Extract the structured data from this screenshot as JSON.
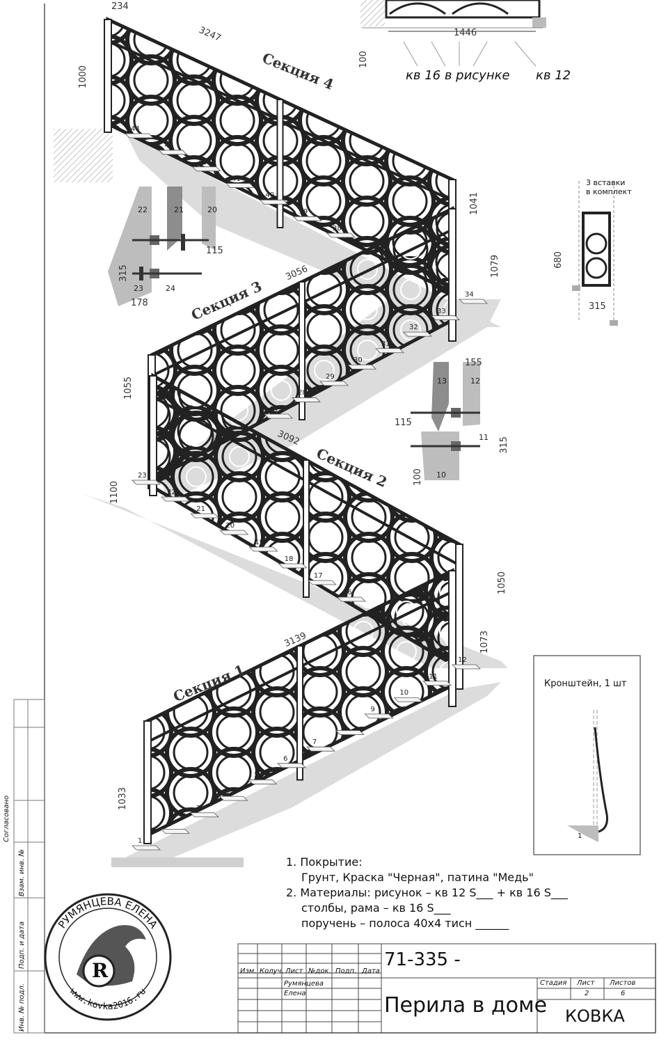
{
  "sections": [
    "Секция 4",
    "Секция 3",
    "Секция 2",
    "Секция 1"
  ],
  "dimensions": {
    "top_width": "234",
    "sec4_length": "3247",
    "sec4_height": "1000",
    "sec4_right_height": "1041",
    "sec3_length": "3056",
    "sec3_right_height": "1079",
    "sec3_left_height": "1055",
    "sec2_length": "3092",
    "sec2_left_height": "1100",
    "sec2_right_height": "1050",
    "sec1_length": "3139",
    "sec1_right_height": "1073",
    "sec1_left_height": "1033",
    "detail_top_width": "1446",
    "detail_top_height": "100",
    "detail_a_115": "115",
    "detail_a_315": "315",
    "detail_a_178": "178",
    "detail_b_155": "155",
    "detail_b_115": "115",
    "detail_b_315": "315",
    "detail_b_100": "100",
    "insert_height": "680",
    "insert_width": "315"
  },
  "top_detail_labels": {
    "pattern_bar": "кв 16 в рисунке",
    "bar": "кв 12"
  },
  "inserts_note": [
    "3 вставки",
    "в комплект"
  ],
  "bracket_title": "Кронштейн, 1 шт",
  "bracket_marker": "1",
  "detail_a_posts": [
    "22",
    "21",
    "20",
    "23",
    "24"
  ],
  "detail_b_posts": [
    "13",
    "12",
    "11",
    "10"
  ],
  "steps": [
    "1",
    "2",
    "3",
    "4",
    "5",
    "6",
    "7",
    "8",
    "9",
    "10",
    "11",
    "12",
    "16",
    "17",
    "18",
    "19",
    "20",
    "21",
    "22",
    "23",
    "27",
    "28",
    "29",
    "30",
    "31",
    "32",
    "33",
    "34",
    "38",
    "39",
    "40",
    "41",
    "42",
    "43",
    "44"
  ],
  "notes": [
    "1. Покрытие:",
    "    Грунт, Краска \"Черная\", патина \"Медь\"",
    "2. Материалы:    рисунок – кв 12  S___ + кв 16  S___",
    "    столбы,   рама – кв 16  S___",
    "    поручень – полоса 40х4 тисн ______"
  ],
  "title_block": {
    "doc_number": "71-335 -",
    "title": "Перила в доме",
    "company": "КОВКА",
    "headers": [
      "Изм.",
      "Колуч.",
      "Лист",
      "№док.",
      "Подп.",
      "Дата"
    ],
    "author": [
      "Румянцева",
      "Елена"
    ],
    "stage_label": "Стадия",
    "sheet_label": "Лист",
    "sheets_label": "Листов",
    "sheet": "2",
    "sheets": "6"
  },
  "side_labels": [
    "Согласовано",
    "Взам. инв. №",
    "Подп. и дата",
    "Инв. № подл."
  ],
  "stamp": {
    "name": "РУМЯНЦЕВА ЕЛЕНА",
    "url": "www.kovka2016.ru",
    "letter": "R"
  }
}
